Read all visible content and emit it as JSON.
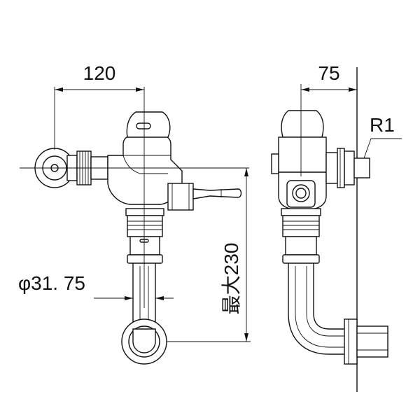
{
  "dimensions": {
    "width_front": "120",
    "depth_side": "75",
    "pipe_diameter": "φ31. 75",
    "max_height": "最大230",
    "thread": "R1"
  }
}
